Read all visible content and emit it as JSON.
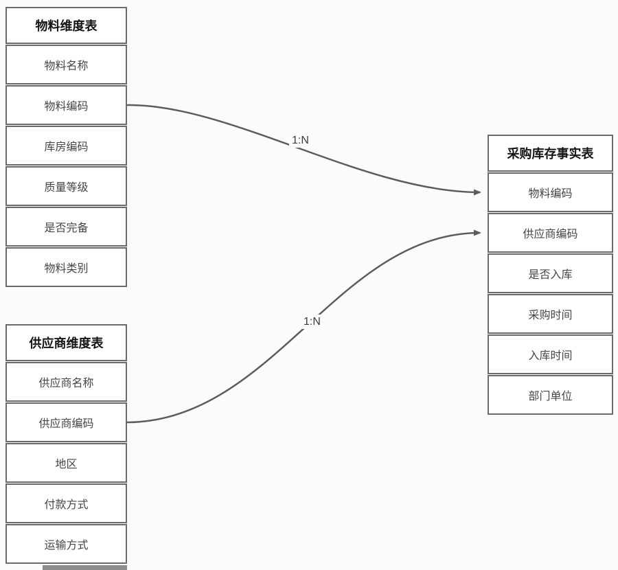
{
  "diagram": {
    "tables": [
      {
        "id": "material-dimension",
        "title": "物料维度表",
        "fields": [
          "物料名称",
          "物料编码",
          "库房编码",
          "质量等级",
          "是否完备",
          "物料类别"
        ]
      },
      {
        "id": "supplier-dimension",
        "title": "供应商维度表",
        "fields": [
          "供应商名称",
          "供应商编码",
          "地区",
          "付款方式",
          "运输方式"
        ]
      },
      {
        "id": "purchase-inventory-fact",
        "title": "采购库存事实表",
        "fields": [
          "物料编码",
          "供应商编码",
          "是否入库",
          "采购时间",
          "入库时间",
          "部门单位"
        ]
      }
    ],
    "connectors": [
      {
        "label": "1:N",
        "from": "物料维度表.物料编码",
        "to": "采购库存事实表.物料编码"
      },
      {
        "label": "1:N",
        "from": "供应商维度表.供应商编码",
        "to": "采购库存事实表.供应商编码"
      }
    ],
    "colors": {
      "border": "#6a6a6a",
      "connector_line": "#5c5c5c",
      "header_text": "#141414",
      "field_text": "#454545",
      "cell_bg": "#ffffff",
      "page_bg": "#fbfbfb"
    }
  }
}
